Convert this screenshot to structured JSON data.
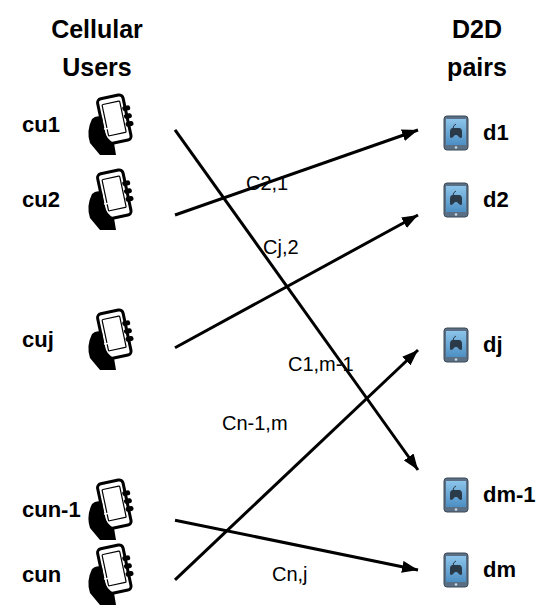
{
  "diagram": {
    "nodes": [
      {
        "text": [
          "cu1"
        ]
      },
      {
        "text": [
          "cu2"
        ]
      },
      {
        "text": [
          "cuj"
        ]
      },
      {
        "text": [
          "cun-1"
        ]
      },
      {
        "text": [
          "cun"
        ]
      },
      {
        "text": [
          "d1"
        ]
      },
      {
        "text": [
          "d2"
        ]
      },
      {
        "text": [
          "dj"
        ]
      },
      {
        "text": [
          "dm-1"
        ]
      },
      {
        "text": [
          "dm"
        ]
      }
    ],
    "edges": [
      {
        "from": 0,
        "to": 8,
        "arrow": "to",
        "label": "C1,m-1"
      },
      {
        "from": 1,
        "to": 5,
        "arrow": "to",
        "label": "C2,1"
      },
      {
        "from": 2,
        "to": 6,
        "arrow": "to",
        "label": "Cj,2"
      },
      {
        "from": 4,
        "to": 7,
        "arrow": "to",
        "label": "Cn-1,m"
      },
      {
        "from": 3,
        "to": 9,
        "arrow": "to",
        "label": "Cn,j"
      }
    ],
    "labels": [
      "Cellular Users",
      "D2D pairs"
    ]
  }
}
